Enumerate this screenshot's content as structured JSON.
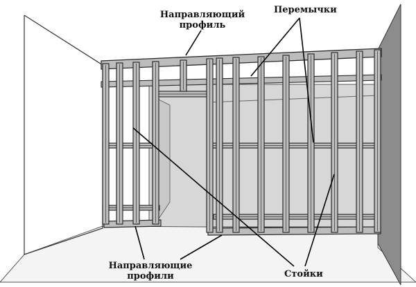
{
  "labels": {
    "top_guide_profile": [
      "Направляющий",
      "профиль"
    ],
    "jumpers": "Перемычки",
    "bottom_guide_profiles": [
      "Направляющие",
      "профили"
    ],
    "studs": "Стойки"
  },
  "colors": {
    "background": "#ffffff",
    "back_wall": "#d7d7d7",
    "right_wall": "#8c8c8c",
    "floor": "#f4f4f4",
    "profile_face": "#bdbdbd",
    "profile_edge": "#2b2b2b",
    "leader_line": "#000000",
    "text": "#111111"
  },
  "icons": {
    "metal_frame": "drywall-metal-stud-frame"
  }
}
